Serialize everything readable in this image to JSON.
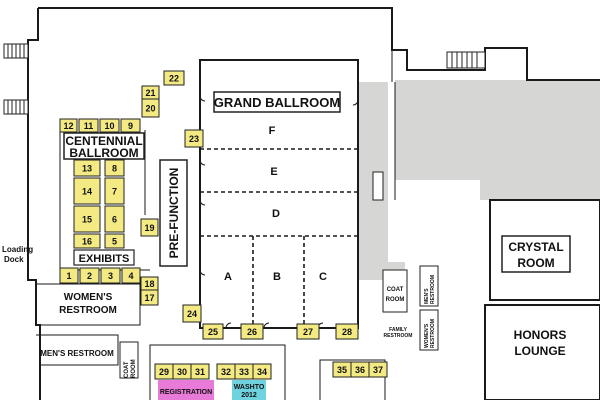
{
  "rooms": {
    "grand_ballroom": "GRAND BALLROOM",
    "centennial_ballroom": [
      "CENTENNIAL",
      "BALLROOM"
    ],
    "exhibits": "EXHIBITS",
    "pre_function": "PRE-FUNCTION",
    "womens_restroom": [
      "WOMEN'S",
      "RESTROOM"
    ],
    "mens_restroom": "MEN'S RESTROOM",
    "crystal_room": [
      "CRYSTAL",
      "ROOM"
    ],
    "honors_lounge": [
      "HONORS",
      "LOUNGE"
    ],
    "loading_dock": [
      "Loading",
      "Dock"
    ],
    "coat_room_right": [
      "COAT",
      "ROOM"
    ],
    "coat_room_left": [
      "COAT",
      "ROOM"
    ],
    "mens_restroom_small": [
      "MEN'S",
      "RESTROOM"
    ],
    "womens_restroom_small": [
      "WOMEN'S",
      "RESTROOM"
    ],
    "family_restroom": [
      "FAMILY",
      "RESTROOM"
    ],
    "registration": "REGISTRATION",
    "washto": [
      "WASHTO",
      "2012"
    ]
  },
  "sections": [
    "F",
    "E",
    "D",
    "A",
    "B",
    "C"
  ],
  "booths": [
    "1",
    "2",
    "3",
    "4",
    "5",
    "6",
    "7",
    "8",
    "9",
    "10",
    "11",
    "12",
    "13",
    "14",
    "15",
    "16",
    "17",
    "18",
    "19",
    "20",
    "21",
    "22",
    "23",
    "24",
    "25",
    "26",
    "27",
    "28",
    "29",
    "30",
    "31",
    "32",
    "33",
    "34",
    "35",
    "36",
    "37"
  ],
  "colors": {
    "booth": "#f3ea84",
    "registration": "#e87ad8",
    "washto": "#6fd3df",
    "service_area": "#d6d6d4"
  }
}
